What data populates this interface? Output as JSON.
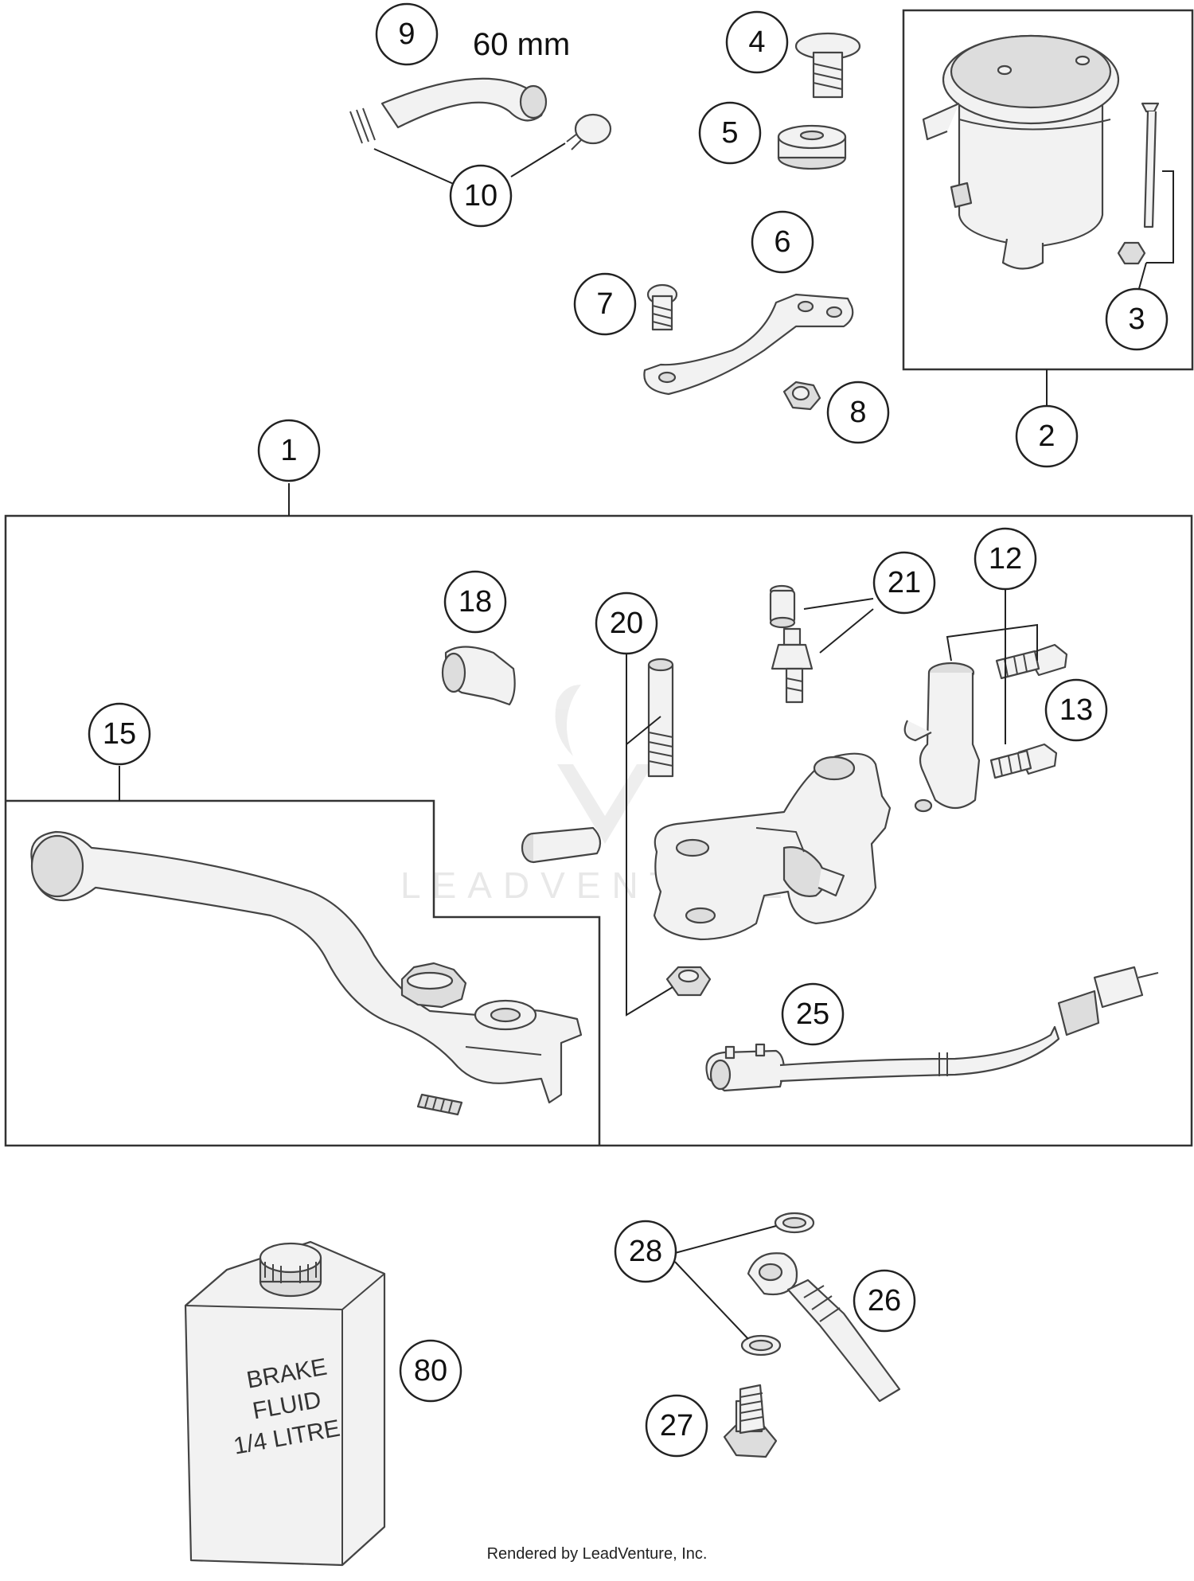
{
  "callouts": [
    "1",
    "2",
    "3",
    "4",
    "5",
    "6",
    "7",
    "8",
    "9",
    "10",
    "12",
    "13",
    "15",
    "18",
    "20",
    "21",
    "25",
    "26",
    "27",
    "28",
    "80"
  ],
  "dimension_label": "60 mm",
  "bottle": {
    "line1": "BRAKE",
    "line2": "FLUID",
    "line3": "1/4 LITRE"
  },
  "watermark": "LEADVENTURE",
  "footer": "Rendered by LeadVenture, Inc."
}
